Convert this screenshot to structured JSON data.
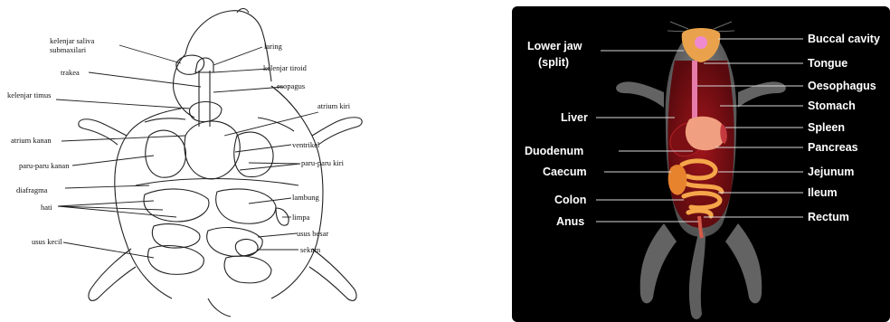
{
  "left_diagram": {
    "labels": {
      "kelenjar_saliva": "kelenjar saliva",
      "submaxilari": "submaxilari",
      "laring": "laring",
      "kelenjar_tiroid": "kelenjar tiroid",
      "trakea": "trakea",
      "esopagus": "esopagus",
      "kelenjar_timus": "kelenjar timus",
      "atrium_kiri": "atrium kiri",
      "atrium_kanan": "atrium kanan",
      "ventrikel": "ventrikel",
      "paru_paru_kanan": "paru-paru kanan",
      "paru_paru_kiri": "paru-paru kiri",
      "diafragma": "diafragma",
      "lambung": "lambung",
      "hati": "hati",
      "limpa": "limpa",
      "usus_besar": "usus besar",
      "usus_kecil": "usus kecil",
      "sekum": "sekum"
    }
  },
  "right_diagram": {
    "labels": {
      "lower_jaw": "Lower jaw",
      "split": "(split)",
      "liver": "Liver",
      "duodenum": "Duodenum",
      "caecum": "Caecum",
      "colon": "Colon",
      "anus": "Anus",
      "buccal_cavity": "Buccal cavity",
      "tongue": "Tongue",
      "oesophagus": "Oesophagus",
      "stomach": "Stomach",
      "spleen": "Spleen",
      "pancreas": "Pancreas",
      "jejunum": "Jejunum",
      "ileum": "Ileum",
      "rectum": "Rectum"
    }
  }
}
